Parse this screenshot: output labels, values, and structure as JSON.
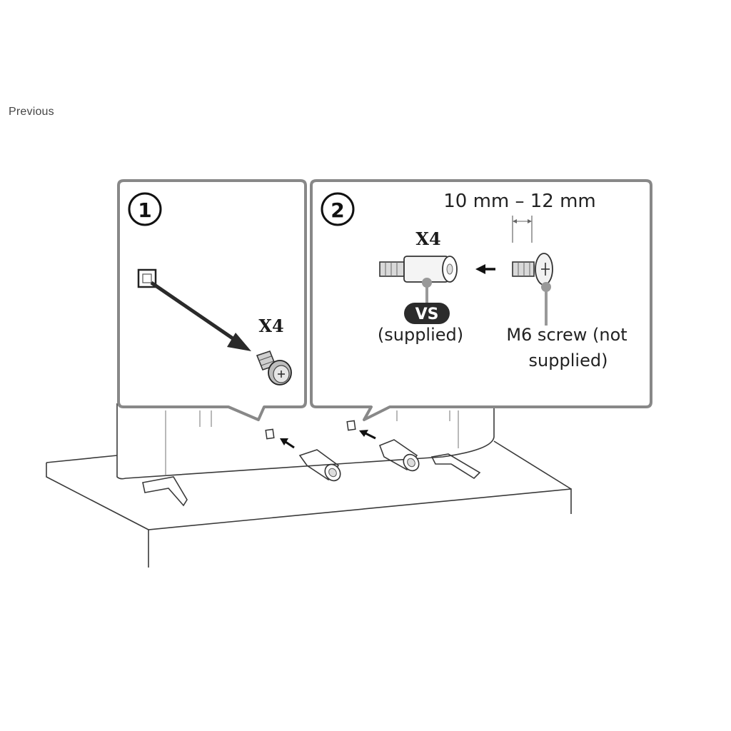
{
  "nav": {
    "previous_label": "Previous"
  },
  "step1": {
    "number": "1",
    "quantity": "X4"
  },
  "step2": {
    "number": "2",
    "quantity": "X4",
    "length_spec": "10 mm – 12 mm",
    "vs_badge": "VS",
    "vs_caption": "(supplied)",
    "screw_caption_line1": "M6 screw (not",
    "screw_caption_line2": "supplied)"
  },
  "icons": [
    "circled-number-icon",
    "screw-icon",
    "spacer-icon",
    "arrow-icon"
  ],
  "colors": {
    "panel_border": "#888888",
    "line": "#3a3a3a",
    "badge": "#2b2b2b"
  }
}
